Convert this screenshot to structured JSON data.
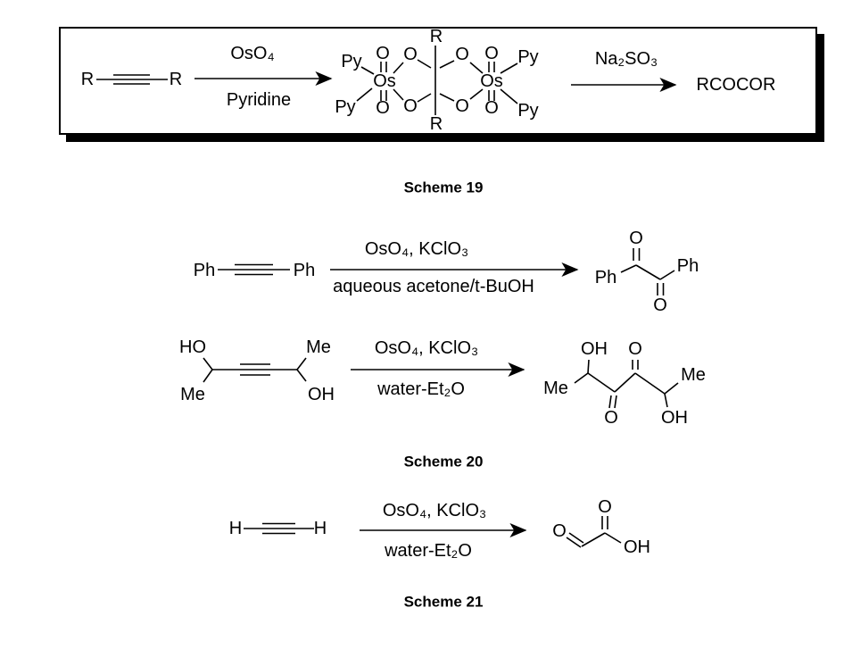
{
  "colors": {
    "ink": "#000000",
    "background": "#ffffff"
  },
  "scheme19": {
    "label": "Scheme 19",
    "alkyne": {
      "left_r": "R",
      "right_r": "R"
    },
    "step1_conditions": {
      "above": "OsO₄",
      "below": "Pyridine"
    },
    "osmate_complex": {
      "py": "Py",
      "os": "Os",
      "oxo": "O",
      "bridge_o": "O",
      "r": "R"
    },
    "step2_conditions": {
      "above": "Na₂SO₃"
    },
    "product": "RCOCOR"
  },
  "scheme20": {
    "label": "Scheme 20",
    "reaction1": {
      "alkyne": {
        "left": "Ph",
        "right": "Ph"
      },
      "conditions": {
        "above": "OsO₄, KClO₃",
        "below": "aqueous acetone/t-BuOH"
      },
      "product_benzil": {
        "ph_left": "Ph",
        "ph_right": "Ph",
        "o_top": "O",
        "o_bottom": "O"
      }
    },
    "reaction2": {
      "diol": {
        "ho": "HO",
        "me_top": "Me",
        "me_bottom": "Me",
        "oh": "OH"
      },
      "conditions": {
        "above": "OsO₄, KClO₃",
        "below": "water-Et₂O"
      },
      "product": {
        "me_left": "Me",
        "oh_top": "OH",
        "o_top": "O",
        "o_bottom": "O",
        "oh_bottom": "OH",
        "me_right": "Me"
      }
    }
  },
  "scheme21": {
    "label": "Scheme 21",
    "reaction": {
      "alkyne": {
        "left": "H",
        "right": "H"
      },
      "conditions": {
        "above": "OsO₄, KClO₃",
        "below": "water-Et₂O"
      },
      "product_glyoxylic": {
        "o_left": "O",
        "o_top": "O",
        "oh": "OH"
      }
    }
  }
}
